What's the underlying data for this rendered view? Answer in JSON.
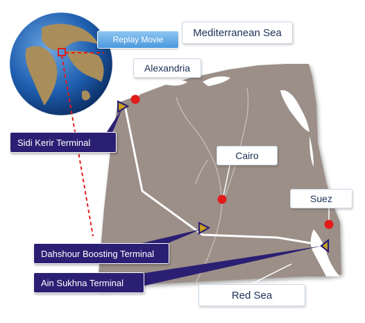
{
  "replay_button": "Replay Movie",
  "seas": {
    "mediterranean": "Mediterranean Sea",
    "red": "Red Sea"
  },
  "cities": {
    "alexandria": "Alexandria",
    "cairo": "Cairo",
    "suez": "Suez"
  },
  "terminals": {
    "sidi_kerir": "Sidi Kerir Terminal",
    "dahshour": "Dahshour Boosting Terminal",
    "ain_sukhna": "Ain Sukhna Terminal"
  },
  "colors": {
    "land": "#9b8f88",
    "pipeline": "#ffffff",
    "city_marker": "#e21b1b",
    "terminal_tag": "#2b1f73",
    "terminal_marker_fill": "#c8a21a",
    "callout_text": "#1a2f55",
    "accent": "#6fb4ea",
    "route_dash": "#e21b1b"
  },
  "icons": {
    "globe": "globe-icon",
    "city": "city-marker-icon",
    "terminal": "terminal-marker-icon"
  }
}
